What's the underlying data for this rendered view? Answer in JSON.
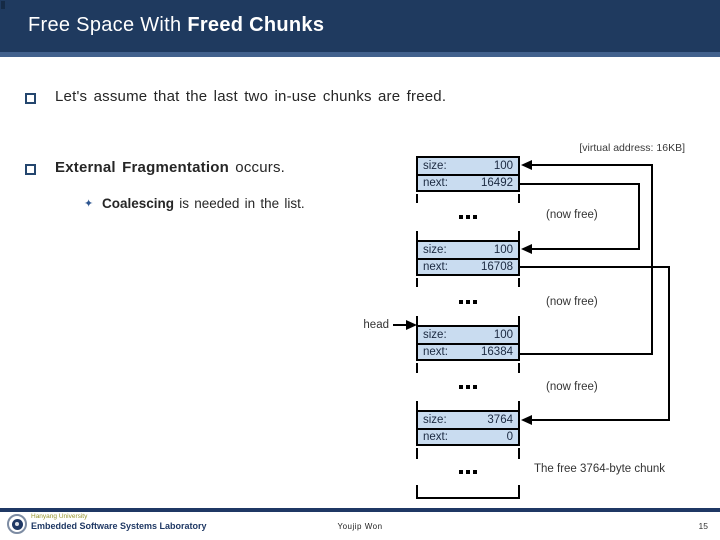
{
  "header": {
    "title_regular": "Free Space With ",
    "title_bold": "Freed Chunks"
  },
  "content": {
    "bullet1": "Let's assume that the last two in-use chunks are freed.",
    "bullet2_bold": "External Fragmentation",
    "bullet2_rest": " occurs.",
    "sub_bullet_bold": "Coalescing",
    "sub_bullet_rest": " is needed in the list."
  },
  "diagram": {
    "virtual_address_note": "[virtual address: 16KB]",
    "head_label": "head",
    "ellipsis": "...",
    "chunks": [
      {
        "size_label": "size:",
        "size_value": "100",
        "next_label": "next:",
        "next_value": "16492"
      },
      {
        "size_label": "size:",
        "size_value": "100",
        "next_label": "next:",
        "next_value": "16708"
      },
      {
        "size_label": "size:",
        "size_value": "100",
        "next_label": "next:",
        "next_value": "16384"
      },
      {
        "size_label": "size:",
        "size_value": "3764",
        "next_label": "next:",
        "next_value": "0"
      }
    ],
    "notes": {
      "now_free": "(now free)",
      "free_chunk": "The free 3764-byte chunk"
    }
  },
  "footer": {
    "affiliation_top": "Hanyang University",
    "affiliation_bottom": "Embedded Software Systems Laboratory",
    "author": "Youjip Won",
    "page_number": "15"
  },
  "colors": {
    "header_bg": "#1F3A5F",
    "header_strip": "#42618D",
    "chunk_fill": "#C9DCF0",
    "footer_bar": "#1F3864"
  }
}
